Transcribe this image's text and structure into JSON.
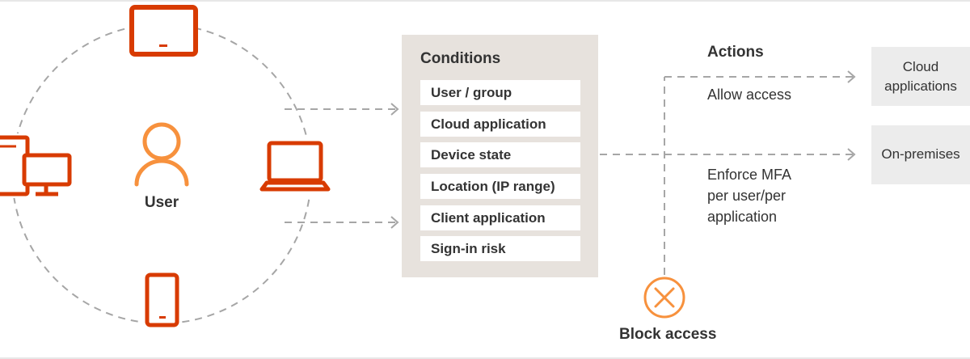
{
  "user": {
    "label": "User"
  },
  "devices": [
    "tablet-icon",
    "desktop-computer-icon",
    "laptop-icon",
    "smartphone-icon"
  ],
  "conditions": {
    "title": "Conditions",
    "items": [
      "User / group",
      "Cloud application",
      "Device state",
      "Location (IP range)",
      "Client application",
      "Sign-in risk"
    ]
  },
  "actions": {
    "title": "Actions",
    "allow": "Allow access",
    "mfa": [
      "Enforce MFA",
      "per user/per",
      "application"
    ],
    "block": "Block access"
  },
  "destinations": {
    "cloud": [
      "Cloud",
      "applications"
    ],
    "onprem": "On-premises"
  },
  "colors": {
    "device": "#d83b01",
    "user": "#f7913d",
    "block": "#f7913d",
    "connector": "#a6a6a6",
    "conditions_bg": "#e7e2dd",
    "destination_bg": "#ececec"
  }
}
